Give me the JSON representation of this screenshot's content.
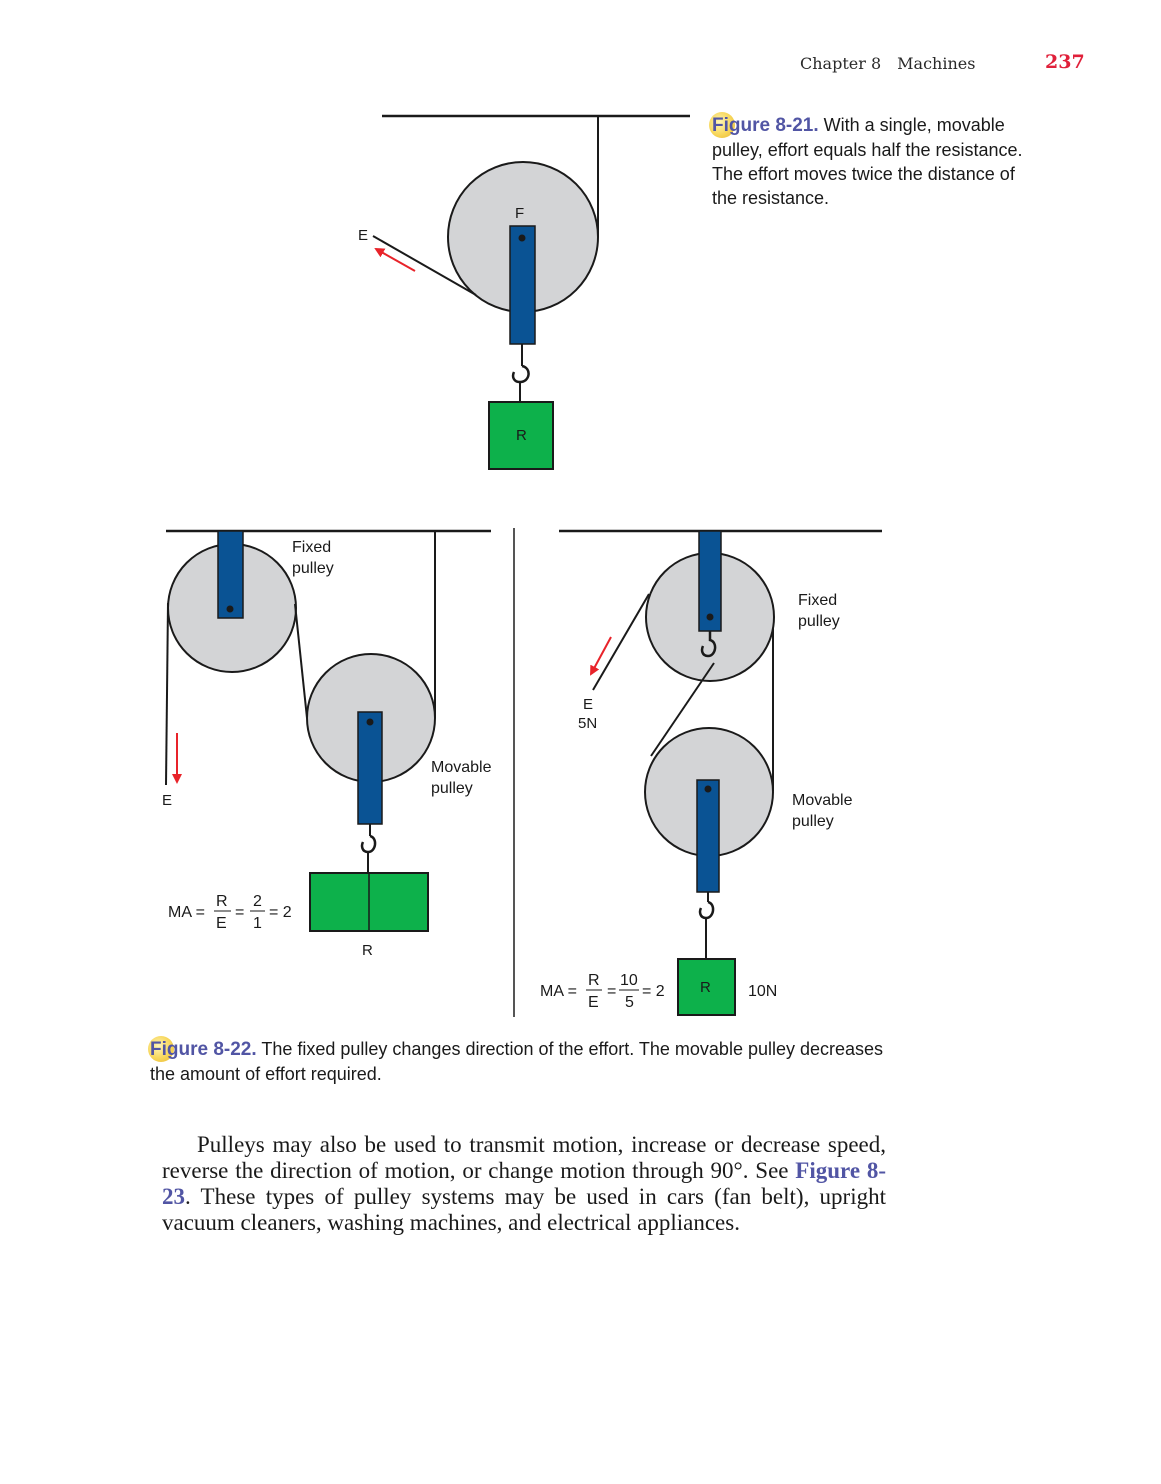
{
  "header": {
    "chapter": "Chapter 8",
    "section": "Machines",
    "page_number": "237"
  },
  "figure_8_21": {
    "label": "Figure 8-21.",
    "caption": " With a single, movable pulley, effort equals half the resistance. The effort moves twice the distance of the resistance.",
    "labels": {
      "effort": "E",
      "fulcrum": "F",
      "resistance": "R"
    }
  },
  "figure_8_22": {
    "label": "Figure 8-22.",
    "caption": " The fixed pulley changes direction of the effort. The movable pulley decreases the amount of effort required.",
    "left": {
      "fixed": "Fixed",
      "fixed2": "pulley",
      "movable": "Movable",
      "movable2": "pulley",
      "effort": "E",
      "resistance": "R",
      "ma": {
        "lhs": "MA =",
        "num1": "R",
        "den1": "E",
        "eq1": "=",
        "num2": "2",
        "den2": "1",
        "eq2": "= 2"
      }
    },
    "right": {
      "fixed": "Fixed",
      "fixed2": "pulley",
      "movable": "Movable",
      "movable2": "pulley",
      "effort": "E",
      "effort_value": "5N",
      "resistance": "R",
      "resistance_value": "10N",
      "ma": {
        "lhs": "MA =",
        "num1": "R",
        "den1": "E",
        "eq1": "=",
        "num2": "10",
        "den2": "5",
        "eq2": "= 2"
      }
    }
  },
  "body": {
    "before": "Pulleys may also be used to transmit motion, increase or decrease speed, reverse the direction of motion, or change motion through 90°. See ",
    "ref": "Figure 8-23",
    "after": ". These types of pulley systems may be used in cars (fan belt), upright vacuum cleaners, washing machines, and electrical appliances."
  },
  "colors": {
    "page_number": "#e0203a",
    "figure_label": "#5155a4",
    "pulley_fill": "#d3d4d6",
    "bracket": "#0a5394",
    "weight": "#0db14b",
    "arrow": "#e8232a",
    "badge": "#f7d65a"
  }
}
